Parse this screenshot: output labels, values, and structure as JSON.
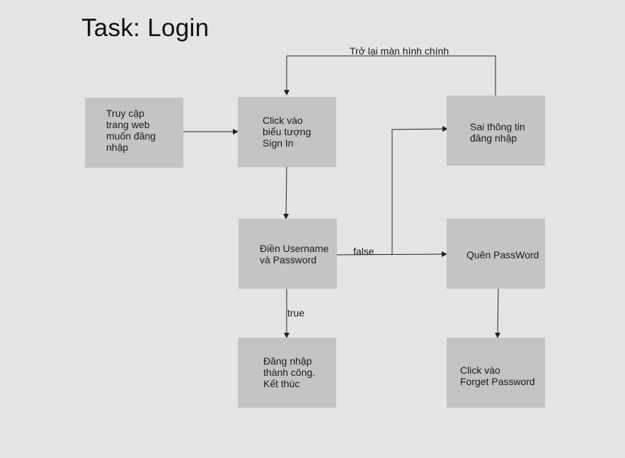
{
  "title": "Task: Login",
  "nodes": {
    "access_web": "Truy cập\ntrang web\nmuốn đăng\nnhập",
    "click_sign_in": "Click vào\nbiểu tượng\nSign In",
    "fill_credentials": "Điền Username\nvà Password",
    "login_success": "Đăng nhập\nthành công.\nKết thúc",
    "wrong_info": "Sai thông tin\nđăng nhập",
    "forgot_password": "Quên PassWord",
    "click_forget_password": "Click vào\nForget Password"
  },
  "edges": {
    "back_to_main": "Trở lại màn hình chính",
    "false_label": "false",
    "true_label": "true"
  }
}
